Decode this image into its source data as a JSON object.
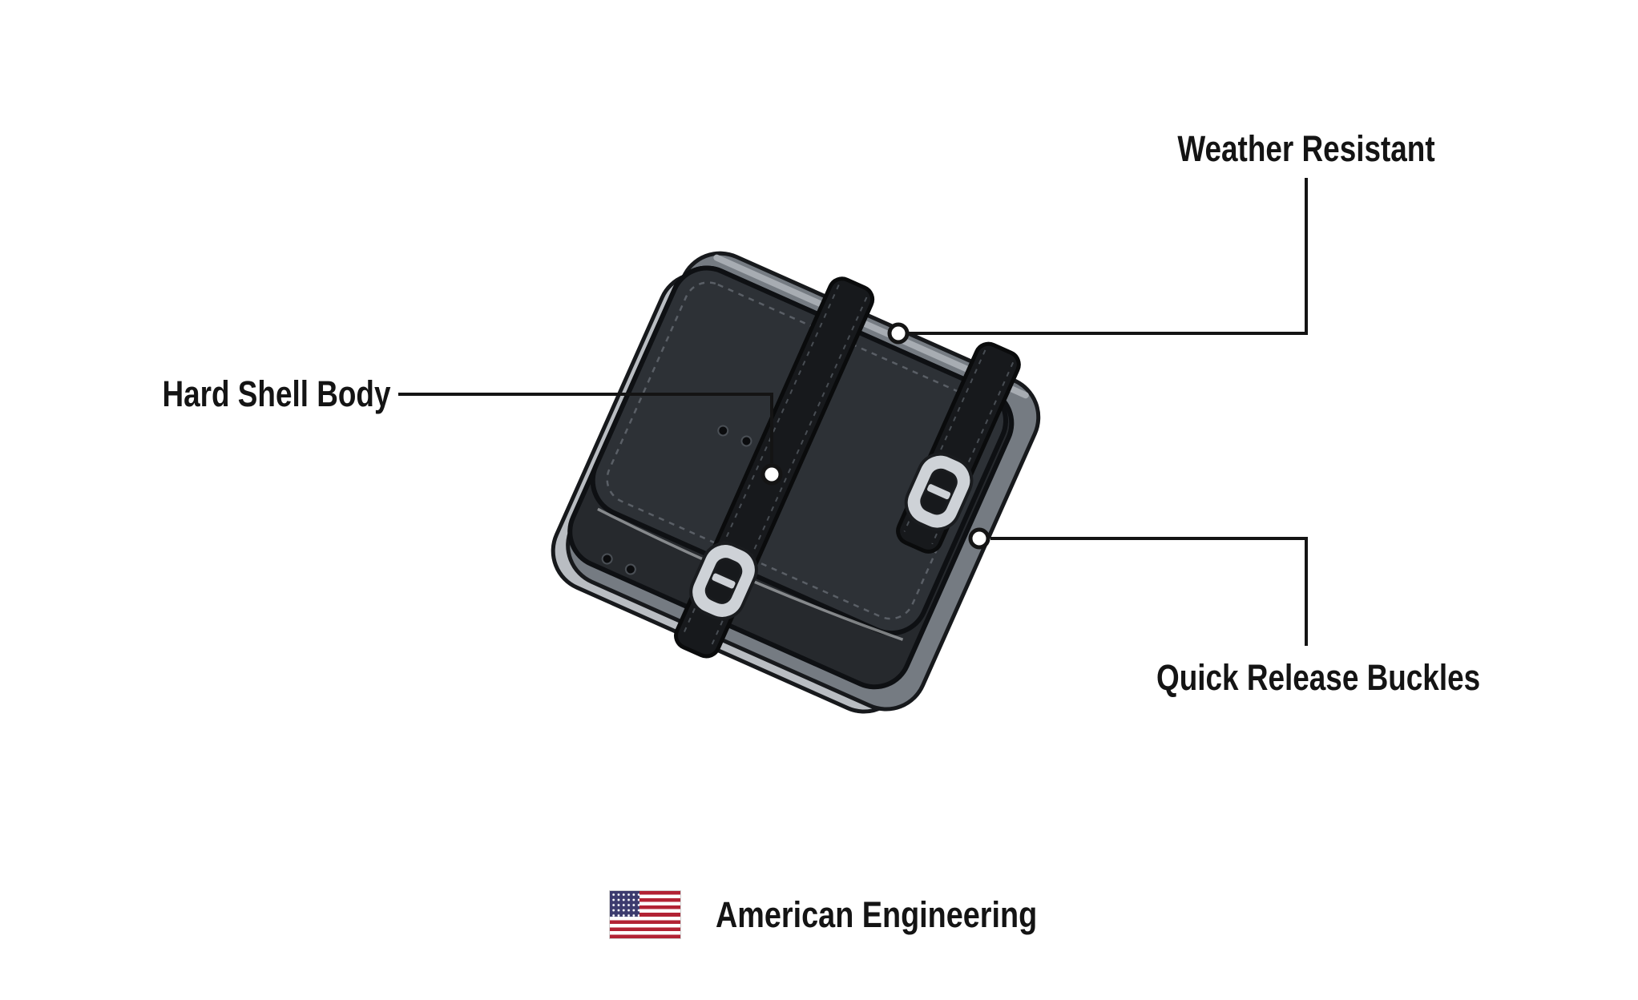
{
  "callouts": {
    "weather": {
      "label": "Weather Resistant"
    },
    "hard_shell": {
      "label": "Hard Shell Body"
    },
    "quick_release": {
      "label": "Quick Release Buckles"
    }
  },
  "footer": {
    "flag_icon": "us-flag-icon",
    "label": "American Engineering"
  },
  "illustration": {
    "name": "motorcycle-swing-arm-bag",
    "colors": {
      "background": "#ffffff",
      "text": "#141414",
      "callout_line": "#141414",
      "bag_body": "#26292d",
      "bag_flap": "#2d3136",
      "bag_back_panel": "#757b82",
      "bag_underside": "#b9bdc2",
      "strap": "#17191c",
      "buckle_chrome": "#ced2d7",
      "flag_red": "#b22234",
      "flag_blue": "#3c3b6e"
    }
  }
}
